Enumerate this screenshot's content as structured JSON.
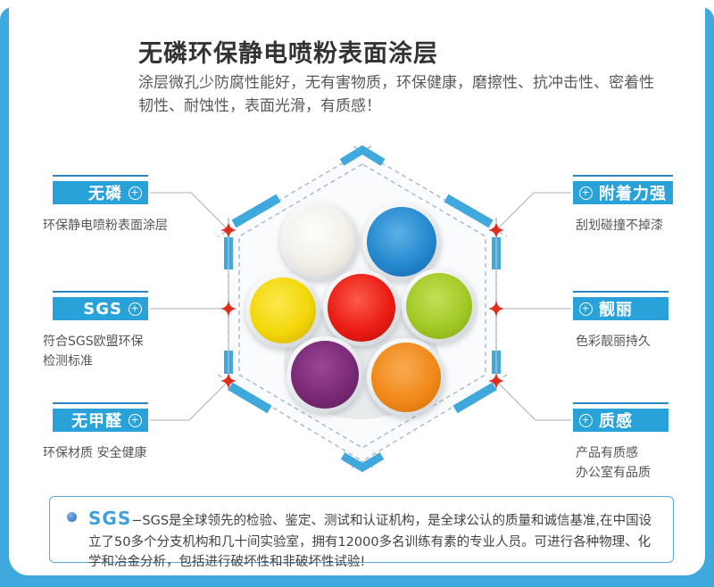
{
  "header": {
    "title": "无磷环保静电喷粉表面涂层",
    "desc_line1": "涂层微孔少防腐性能好，无有害物质，环保健康，磨擦性、抗冲击性、密着性",
    "desc_line2": "韧性、耐蚀性，表面光滑，有质感！"
  },
  "features": {
    "icon_glyph": "+",
    "left": [
      {
        "label": "无磷",
        "desc1": "环保静电喷粉表面涂层",
        "desc2": ""
      },
      {
        "label": "SGS",
        "desc1": "符合SGS欧盟环保",
        "desc2": "检测标准"
      },
      {
        "label": "无甲醛",
        "desc1": "环保材质 安全健康",
        "desc2": ""
      }
    ],
    "right": [
      {
        "label": "附着力强",
        "desc1": "刮划碰撞不掉漆",
        "desc2": ""
      },
      {
        "label": "靓丽",
        "desc1": "色彩靓丽持久",
        "desc2": ""
      },
      {
        "label": "质感",
        "desc1": "产品有质感",
        "desc2": "办公室有品质"
      }
    ]
  },
  "center_graphic": {
    "description": "hexagon with seven powder jars",
    "powder_colors": [
      "white",
      "blue",
      "yellow",
      "red",
      "green",
      "purple",
      "orange"
    ]
  },
  "footer_note": {
    "brand": "SGS",
    "text": "−SGS是全球领先的检验、鉴定、测试和认证机构，是全球公认的质量和诚信基准,在中国设立了50多个分支机构和几十间实验室，拥有12000多名训练有素的专业人员。可进行各种物理、化学和冶金分析，包括进行破坏性和非破坏性试验!"
  },
  "colors": {
    "frame_blue": "#3fa8dc",
    "label_blue": "#29a2da",
    "accent_line_blue": "#2d86c2",
    "star_red": "#dd2e1e",
    "dashed_line": "#a9b6c6",
    "powder_white": "#f3f1ea",
    "powder_blue": "#2589cf",
    "powder_yellow": "#f3d70a",
    "powder_red": "#ec1d15",
    "powder_green": "#a2c926",
    "powder_purple": "#7a2a76",
    "powder_orange": "#f1891a"
  }
}
